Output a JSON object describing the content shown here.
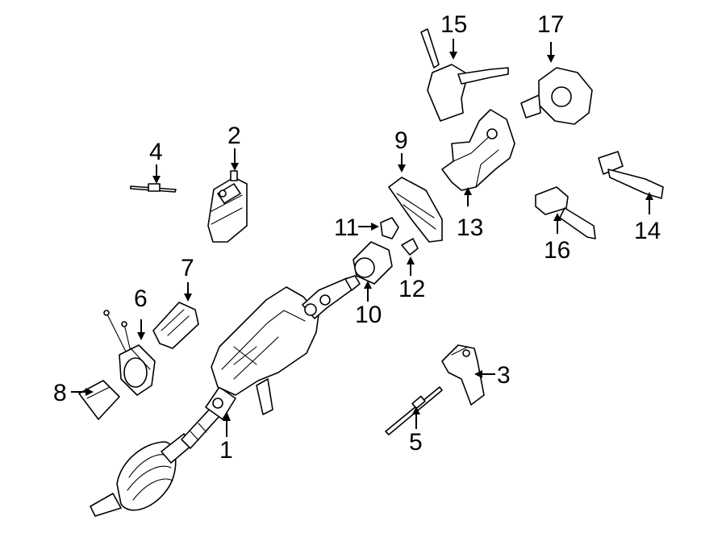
{
  "callouts": [
    {
      "id": "1",
      "label": "1"
    },
    {
      "id": "2",
      "label": "2"
    },
    {
      "id": "3",
      "label": "3"
    },
    {
      "id": "4",
      "label": "4"
    },
    {
      "id": "5",
      "label": "5"
    },
    {
      "id": "6",
      "label": "6"
    },
    {
      "id": "7",
      "label": "7"
    },
    {
      "id": "8",
      "label": "8"
    },
    {
      "id": "9",
      "label": "9"
    },
    {
      "id": "10",
      "label": "10"
    },
    {
      "id": "11",
      "label": "11"
    },
    {
      "id": "12",
      "label": "12"
    },
    {
      "id": "13",
      "label": "13"
    },
    {
      "id": "14",
      "label": "14"
    },
    {
      "id": "15",
      "label": "15"
    },
    {
      "id": "16",
      "label": "16"
    },
    {
      "id": "17",
      "label": "17"
    }
  ],
  "colors": {
    "line": "#000000",
    "background": "#ffffff"
  }
}
